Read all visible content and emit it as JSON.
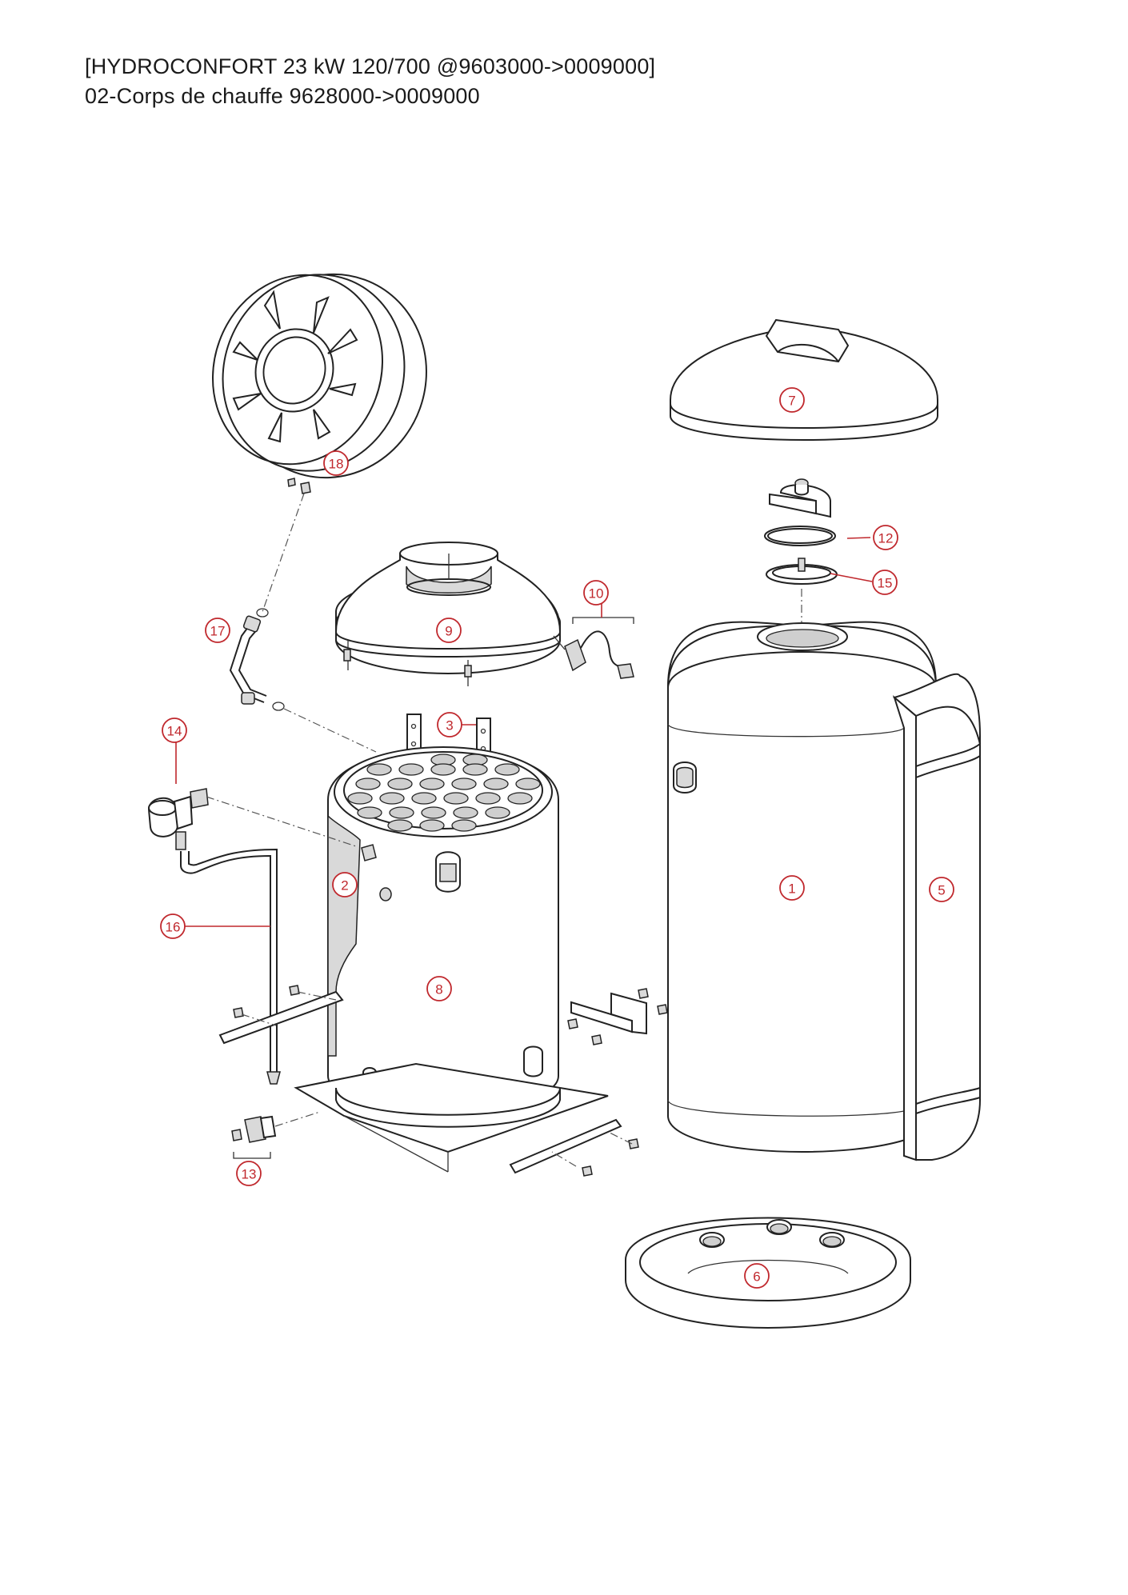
{
  "header": {
    "line1": "[HYDROCONFORT 23 kW 120/700 @9603000->0009000]",
    "line2": "02-Corps de chauffe 9628000->0009000"
  },
  "callouts": [
    "1",
    "2",
    "3",
    "5",
    "6",
    "7",
    "8",
    "9",
    "10",
    "12",
    "13",
    "14",
    "15",
    "16",
    "17",
    "18"
  ],
  "colors": {
    "callout": "#c0282d",
    "line": "#222222"
  }
}
